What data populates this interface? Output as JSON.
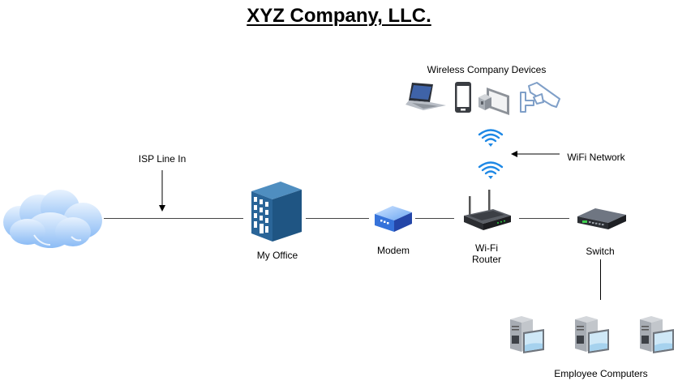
{
  "diagram": {
    "title": "XYZ Company, LLC.",
    "nodes": {
      "internet": {
        "icon": "cloud-icon"
      },
      "office": {
        "label": "My Office",
        "icon": "office-building-icon"
      },
      "modem": {
        "label": "Modem",
        "icon": "modem-icon"
      },
      "router": {
        "label_line1": "Wi-Fi",
        "label_line2": "Router",
        "icon": "wifi-router-icon"
      },
      "switch": {
        "label": "Switch",
        "icon": "network-switch-icon"
      },
      "wireless_devices": {
        "label": "Wireless Company Devices",
        "devices": [
          "laptop-icon",
          "smartphone-icon",
          "tablet-icon",
          "security-camera-icon"
        ]
      },
      "employee_computers": {
        "label": "Employee Computers",
        "count": 3,
        "icon": "desktop-computer-icon"
      }
    },
    "annotations": {
      "isp_line": "ISP Line In",
      "wifi_network": "WiFi Network"
    },
    "connections": [
      [
        "internet",
        "office"
      ],
      [
        "office",
        "modem"
      ],
      [
        "modem",
        "router"
      ],
      [
        "router",
        "switch"
      ],
      [
        "switch",
        "employee_computers"
      ]
    ],
    "colors": {
      "cloud": "#9cc8f7",
      "building": "#2f6b9a",
      "modem": "#3a7ee0",
      "wifi": "#1e88e5"
    }
  }
}
